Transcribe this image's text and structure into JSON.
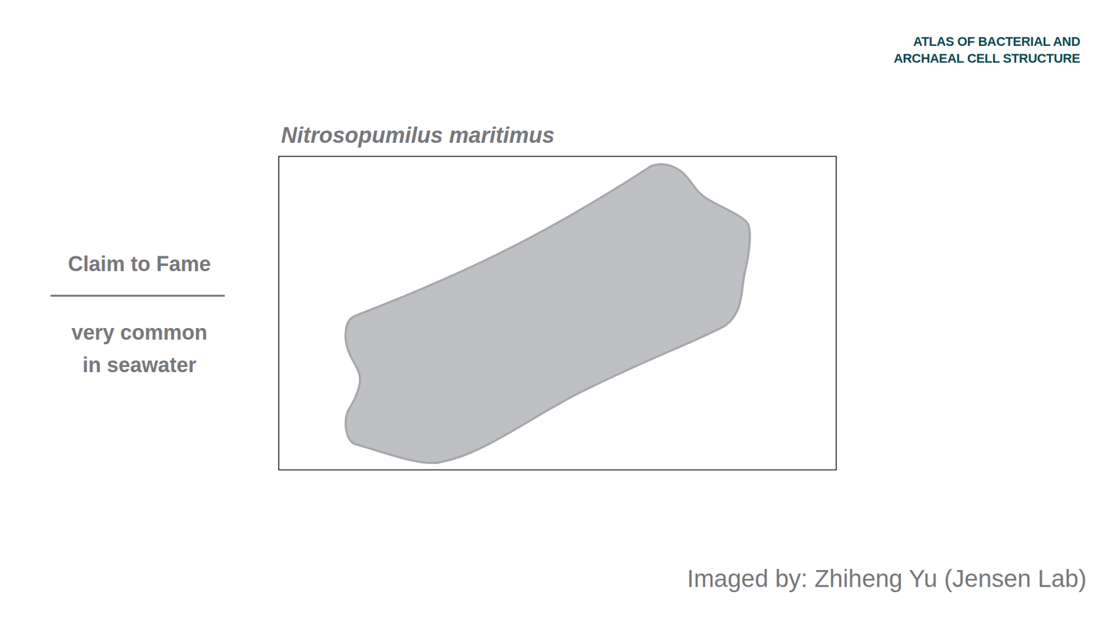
{
  "diagram": {
    "title": "Nitrosopumilus maritimus",
    "caption": "Imaged by: Zhiheng Yu (Jensen Lab)",
    "labels": [
      "ATLAS OF BACTERIAL AND ARCHAEAL CELL STRUCTURE",
      "Claim to Fame",
      "very common in seawater"
    ]
  }
}
